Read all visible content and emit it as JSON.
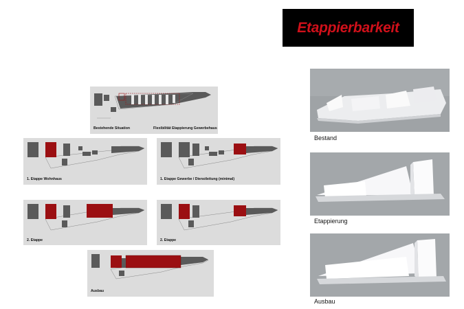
{
  "title": "Etappierbarkeit",
  "colors": {
    "highlight": "#9b0f12",
    "building": "#5a5a5a",
    "panel": "#dcdcdc",
    "title_bg": "#000000",
    "title_text": "#d0101a"
  },
  "diagrams": {
    "top": {
      "caption_left": "Bestehende Situation",
      "caption_right": "Flexibilität Etappierung Gewerbehaus"
    },
    "row1_left": {
      "caption": "1. Etappe Wohnhaus"
    },
    "row1_right": {
      "caption": "1. Etappe Gewerbe / Dienstleitung (minimal)"
    },
    "row2_left": {
      "caption": "2. Etappe"
    },
    "row2_right": {
      "caption": "2. Etappe"
    },
    "bottom": {
      "caption": "Ausbau"
    }
  },
  "photos": [
    {
      "label": "Bestand"
    },
    {
      "label": "Etappierung"
    },
    {
      "label": "Ausbau"
    }
  ]
}
